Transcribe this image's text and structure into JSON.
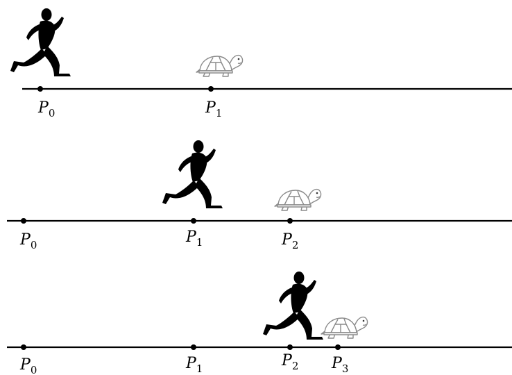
{
  "rows": [
    {
      "points": [
        {
          "name": "P",
          "sub": "0"
        },
        {
          "name": "P",
          "sub": "1"
        }
      ]
    },
    {
      "points": [
        {
          "name": "P",
          "sub": "0"
        },
        {
          "name": "P",
          "sub": "1"
        },
        {
          "name": "P",
          "sub": "2"
        }
      ]
    },
    {
      "points": [
        {
          "name": "P",
          "sub": "0"
        },
        {
          "name": "P",
          "sub": "1"
        },
        {
          "name": "P",
          "sub": "2"
        },
        {
          "name": "P",
          "sub": "3"
        }
      ]
    }
  ],
  "icons": {
    "runner": "runner-silhouette-icon",
    "turtle": "turtle-icon"
  }
}
